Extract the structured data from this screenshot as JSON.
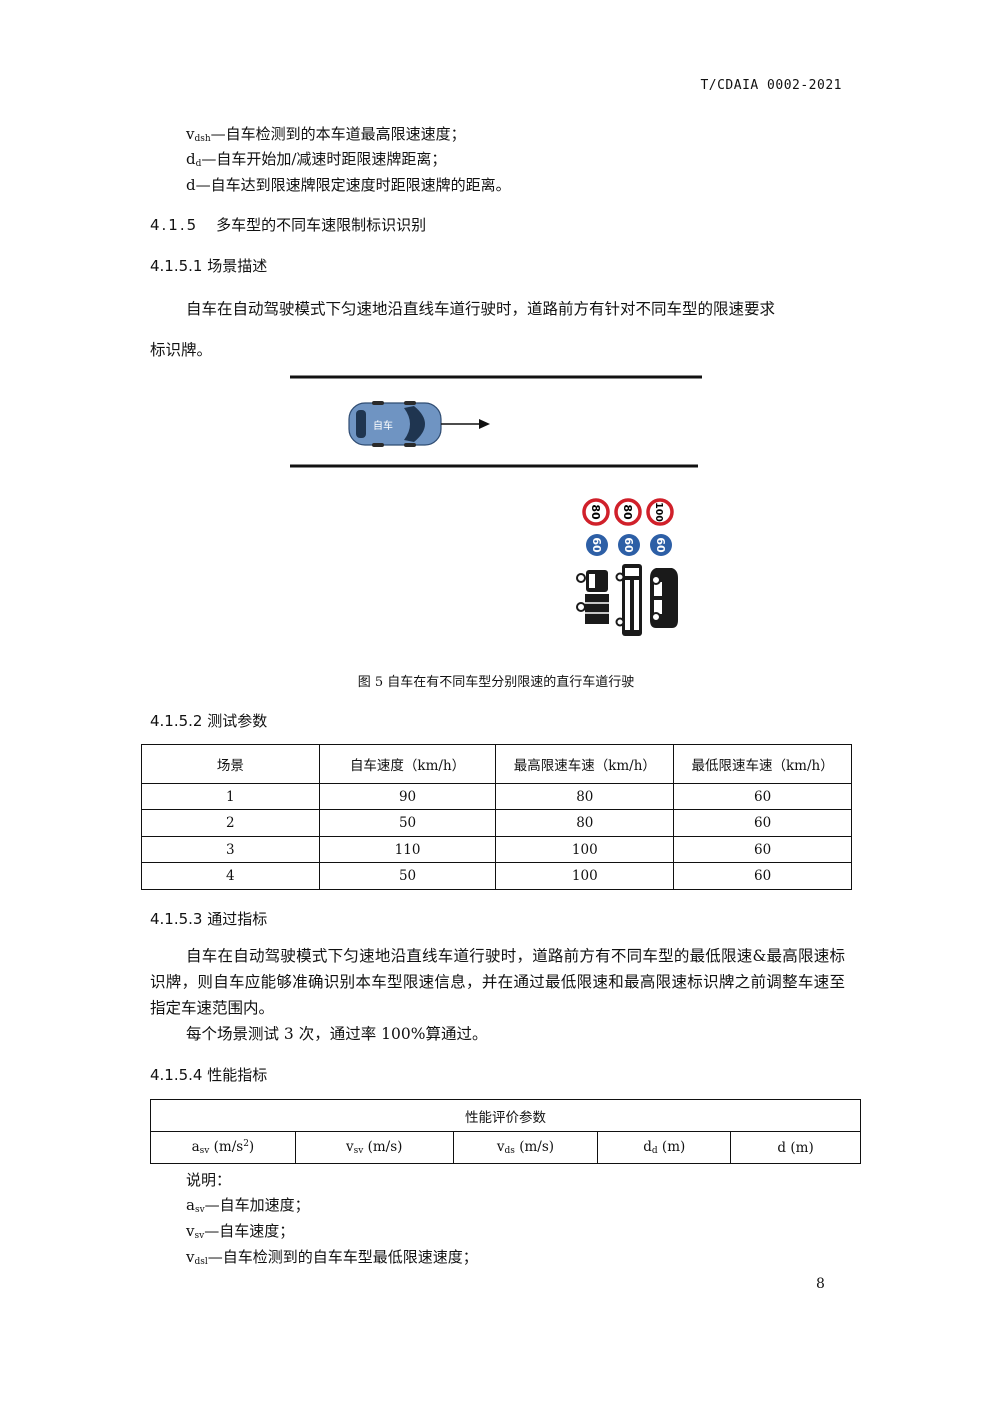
{
  "header": {
    "code": "T/CDAIA  0002-2021"
  },
  "defs_top": [
    {
      "sym": "v",
      "sub": "dsh",
      "text": "—自车检测到的本车道最高限速速度；"
    },
    {
      "sym": "d",
      "sub": "d",
      "text": "—自车开始加/减速时距限速牌距离；"
    },
    {
      "sym": "d",
      "sub": "",
      "text": "—自车达到限速牌限定速度时距限速牌的距离。"
    }
  ],
  "section": {
    "number": "4.1.5",
    "title": "多车型的不同车速限制标识识别"
  },
  "s1": {
    "title": "4.1.5.1 场景描述",
    "line1": "自车在自动驾驶模式下匀速地沿直线车道行驶时，道路前方有针对不同车型的限速要求",
    "line2": "标识牌。"
  },
  "figure": {
    "car_label": "自车",
    "signs_top": [
      "80",
      "80",
      "100"
    ],
    "signs_bottom": [
      "60",
      "60",
      "60"
    ],
    "caption": "图 5 自车在有不同车型分别限速的直行车道行驶"
  },
  "s2": {
    "title": "4.1.5.2 测试参数",
    "columns": [
      "场景",
      "自车速度（km/h）",
      "最高限速车速（km/h）",
      "最低限速车速（km/h）"
    ],
    "rows": [
      [
        "1",
        "90",
        "80",
        "60"
      ],
      [
        "2",
        "50",
        "80",
        "60"
      ],
      [
        "3",
        "110",
        "100",
        "60"
      ],
      [
        "4",
        "50",
        "100",
        "60"
      ]
    ]
  },
  "s3": {
    "title": "4.1.5.3 通过指标",
    "para1": "自车在自动驾驶模式下匀速地沿直线车道行驶时，道路前方有不同车型的最低限速&最高限速标识牌，则自车应能够准确识别本车型限速信息，并在通过最低限速和最高限速标识牌之前调整车速至指定车速范围内。",
    "para2": "每个场景测试 3 次，通过率 100%算通过。"
  },
  "s4": {
    "title": "4.1.5.4 性能指标",
    "table_title": "性能评价参数",
    "cols": [
      {
        "sym": "a",
        "sub": "sv",
        "unit": " (m/s",
        "sup": "2",
        "tail": ")"
      },
      {
        "sym": "v",
        "sub": "sv",
        "unit": " (m/s)",
        "sup": "",
        "tail": ""
      },
      {
        "sym": "v",
        "sub": "ds",
        "unit": " (m/s)",
        "sup": "",
        "tail": ""
      },
      {
        "sym": "d",
        "sub": "d",
        "unit": " (m)",
        "sup": "",
        "tail": ""
      },
      {
        "sym": "d",
        "sub": "",
        "unit": " (m)",
        "sup": "",
        "tail": ""
      }
    ]
  },
  "notes": {
    "intro": "说明：",
    "items": [
      {
        "sym": "a",
        "sub": "sv",
        "text": "—自车加速度；"
      },
      {
        "sym": "v",
        "sub": "sv",
        "text": "—自车速度；"
      },
      {
        "sym": "v",
        "sub": "dsl",
        "text": "—自车检测到的自车车型最低限速速度；"
      }
    ]
  },
  "page_number": "8"
}
